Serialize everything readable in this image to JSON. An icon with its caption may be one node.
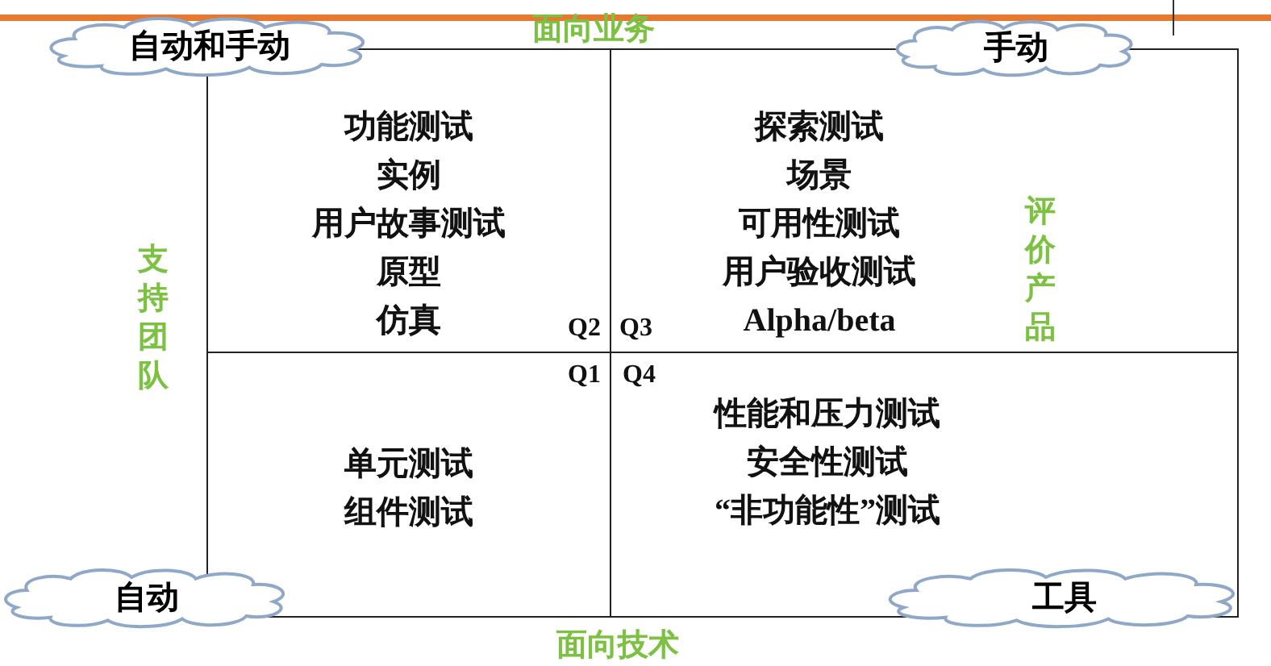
{
  "diagram": {
    "nodes": [
      {
        "text": [
          "自动和手动"
        ]
      },
      {
        "text": [
          "手动"
        ]
      },
      {
        "text": [
          "功能测试",
          "实例",
          "用户故事测试",
          "原型",
          "仿真"
        ]
      },
      {
        "text": [
          "探索测试",
          "场景",
          "可用性测试",
          "用户验收测试",
          "Alpha/beta"
        ]
      },
      {
        "text": [
          "单元测试",
          "组件测试"
        ]
      },
      {
        "text": [
          "性能和压力测试",
          "安全性测试",
          "“非功能性”测试"
        ]
      },
      {
        "text": [
          "自动"
        ]
      },
      {
        "text": [
          "工具"
        ]
      }
    ],
    "labels": [
      "面向业务",
      "支持团队",
      "Q2",
      "Q3",
      "Q1",
      "Q4",
      "评价产品",
      "面向技术"
    ]
  }
}
